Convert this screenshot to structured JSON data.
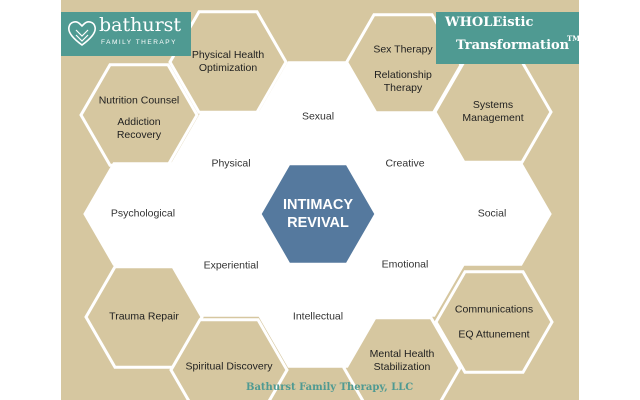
{
  "logo": {
    "name": "bathurst",
    "subtitle": "FAMILY THERAPY"
  },
  "brand": {
    "line1": "WHOLEistic",
    "line2": "Transformation",
    "trademark": "TM"
  },
  "center": {
    "line1": "INTIMACY",
    "line2": "REVIVAL"
  },
  "inner_ring": {
    "sexual": "Sexual",
    "creative": "Creative",
    "social": "Social",
    "emotional": "Emotional",
    "intellectual": "Intellectual",
    "experiential": "Experiential",
    "psychological": "Psychological",
    "physical": "Physical"
  },
  "outer_ring": {
    "physical_health": [
      "Physical Health",
      "Optimization"
    ],
    "sex_therapy": [
      "Sex Therapy"
    ],
    "relationship_therapy": [
      "Relationship",
      "Therapy"
    ],
    "nutrition": [
      "Nutrition Counsel"
    ],
    "addiction": [
      "Addiction",
      "Recovery"
    ],
    "systems": [
      "Systems",
      "Management"
    ],
    "trauma": [
      "Trauma Repair"
    ],
    "communications": [
      "Communications"
    ],
    "eq": [
      "EQ Attunement"
    ],
    "spiritual": [
      "Spiritual Discovery"
    ],
    "mental_health": [
      "Mental Health",
      "Stabilization"
    ]
  },
  "footer": "Bathurst Family Therapy, LLC",
  "colors": {
    "background": "#d6c7a0",
    "outer_fill": "#d6c7a0",
    "inner_fill": "#ffffff",
    "center_fill": "#55799e",
    "stroke": "#ffffff",
    "teal": "#4f9a92"
  }
}
